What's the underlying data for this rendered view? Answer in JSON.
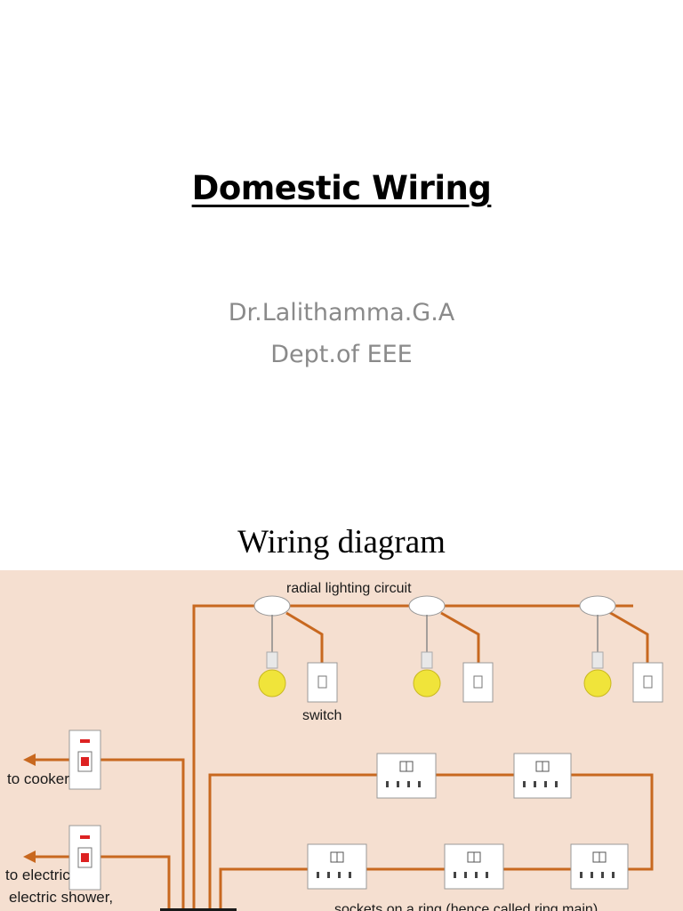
{
  "slide": {
    "title": "Domestic Wiring",
    "author": "Dr.Lalithamma.G.A",
    "department": "Dept.of EEE"
  },
  "diagram": {
    "heading": "Wiring diagram",
    "labels": {
      "lighting_circuit": "radial lighting circuit",
      "switch": "switch",
      "cooker": "to cooker",
      "electric": "to electric",
      "shower": "electric shower,",
      "ring_main": "sockets on a ring (hence called ring main)"
    },
    "colors": {
      "background": "#f5dfd0",
      "wire": "#c8681f",
      "bulb": "#f0e43a",
      "fitting": "#ffffff"
    }
  }
}
